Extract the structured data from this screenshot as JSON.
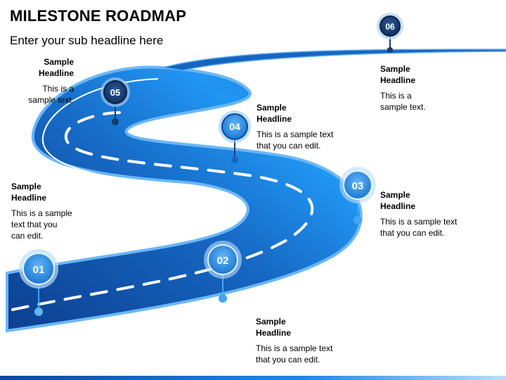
{
  "title": "MILESTONE ROADMAP",
  "subtitle": "Enter your sub headline here",
  "milestones": [
    {
      "number": "01",
      "headline_line1": "Sample",
      "headline_line2": "Headline",
      "body_lines": [
        "This is a sample",
        "text that you",
        "can edit."
      ]
    },
    {
      "number": "02",
      "headline_line1": "Sample",
      "headline_line2": "Headline",
      "body_lines": [
        "This is a sample text",
        "that you can edit."
      ]
    },
    {
      "number": "03",
      "headline_line1": "Sample",
      "headline_line2": "Headline",
      "body_lines": [
        "This is a sample text",
        "that you can edit."
      ]
    },
    {
      "number": "04",
      "headline_line1": "Sample",
      "headline_line2": "Headline",
      "body_lines": [
        "This is a sample text",
        "that you can edit."
      ]
    },
    {
      "number": "05",
      "headline_line1": "Sample",
      "headline_line2": "Headline",
      "body_lines": [
        "This is a",
        "sample text."
      ]
    },
    {
      "number": "06",
      "headline_line1": "Sample",
      "headline_line2": "Headline",
      "body_lines": [
        "This is a",
        "sample text."
      ]
    }
  ],
  "colors": {
    "road_dark": "#0d3f8f",
    "road_mid": "#1565c0",
    "road_light": "#42a5f5",
    "road_edge": "#64b5f6",
    "marker_dark": "#163a6b",
    "marker_light": "#2196f3"
  }
}
